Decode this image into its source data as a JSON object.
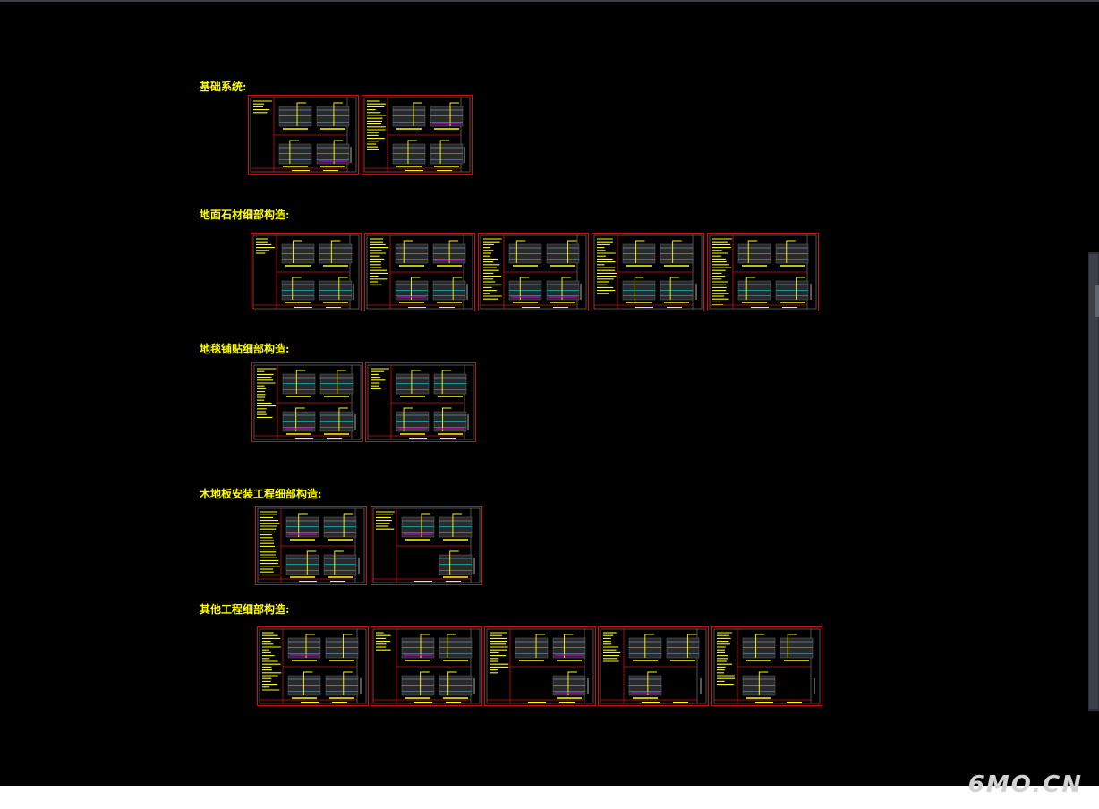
{
  "watermark": "6MO.CN",
  "colors": {
    "canvas": "#000000",
    "title_text": "#ffff00",
    "sheet_border": "#d01010",
    "cad_line": "#ffff00",
    "cad_cyan": "#00d8d8",
    "cad_magenta": "#c000c0"
  },
  "sections": [
    {
      "id": "foundation",
      "title": "基础系统:",
      "sheets": 2
    },
    {
      "id": "stone-floor",
      "title": "地面石材细部构造:",
      "sheets": 5
    },
    {
      "id": "carpet",
      "title": "地毯铺贴细部构造:",
      "sheets": 2
    },
    {
      "id": "wood-floor",
      "title": "木地板安装工程细部构造:",
      "sheets": 2
    },
    {
      "id": "other",
      "title": "其他工程细部构造:",
      "sheets": 5
    }
  ]
}
